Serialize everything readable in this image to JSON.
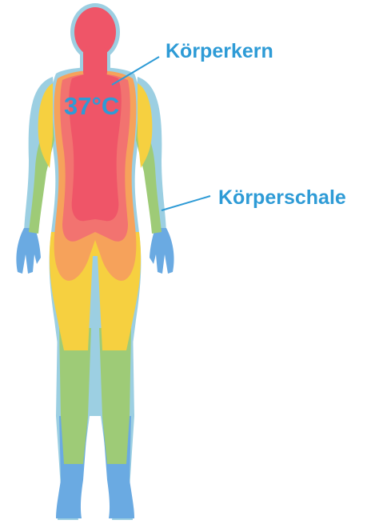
{
  "labels": {
    "core": "Körperkern",
    "shell": "Körperschale",
    "core_temperature": "37°C"
  },
  "colors": {
    "text": "#2e9bd6",
    "outline": "#9ccfe2",
    "zone_blue": "#6aaae2",
    "zone_green": "#9ecb77",
    "zone_yellow": "#f6d040",
    "zone_orange": "#f6a25b",
    "zone_coral": "#f27370",
    "zone_red": "#ef5568"
  }
}
